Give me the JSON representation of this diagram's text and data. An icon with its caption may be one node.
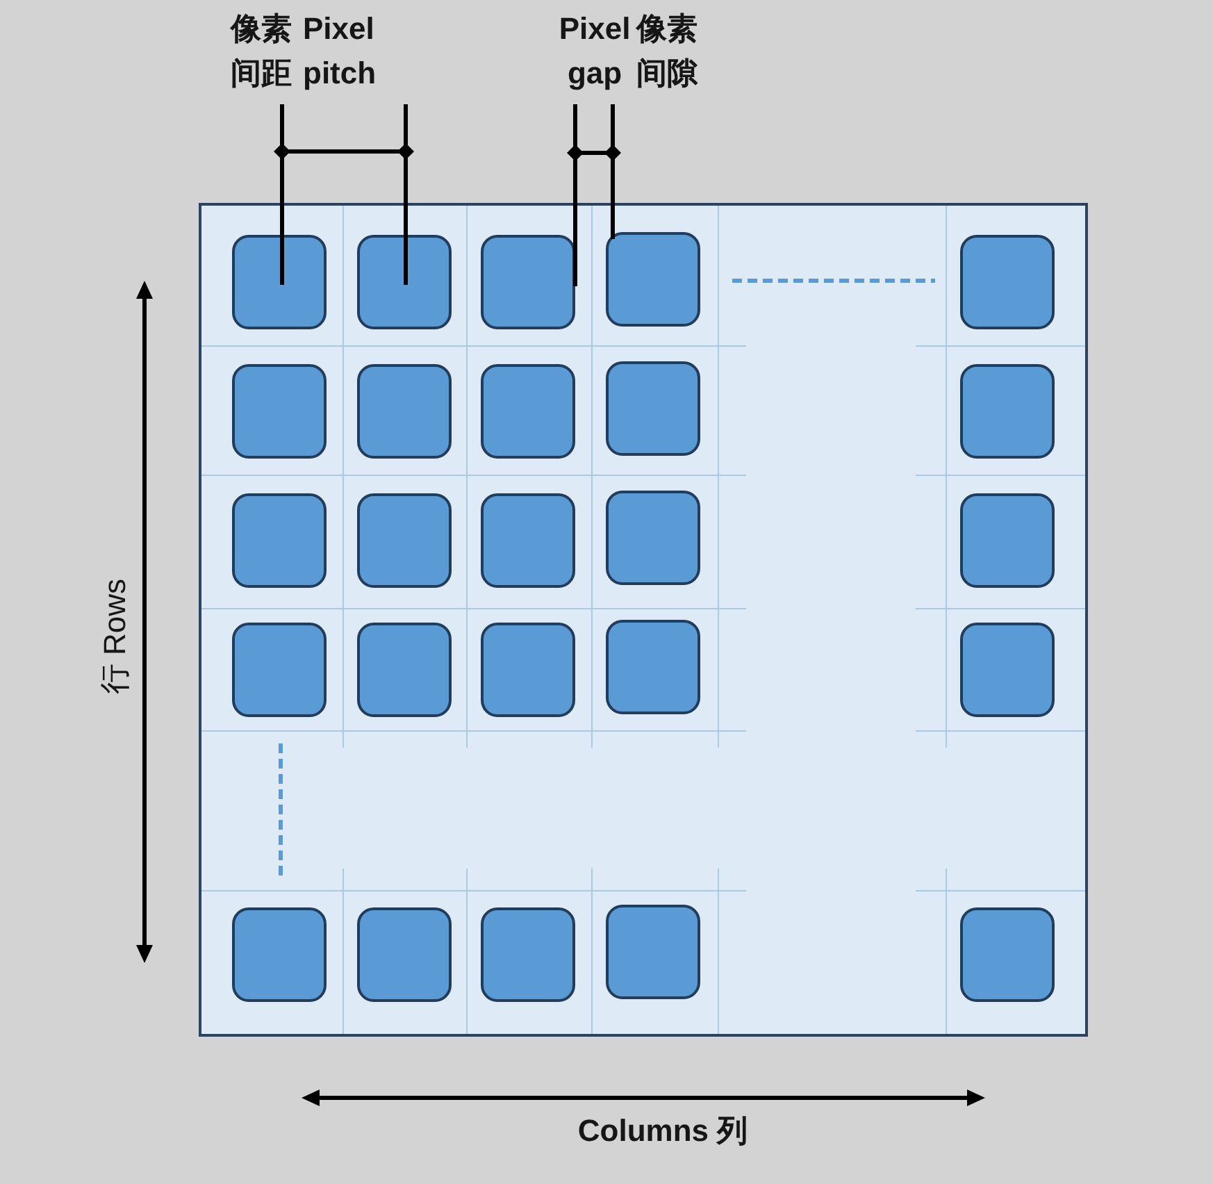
{
  "diagram": {
    "labels": [
      "像素间距",
      "Pixel pitch",
      "Pixel gap",
      "像素间隙",
      "行 Rows",
      "Columns 列"
    ]
  }
}
